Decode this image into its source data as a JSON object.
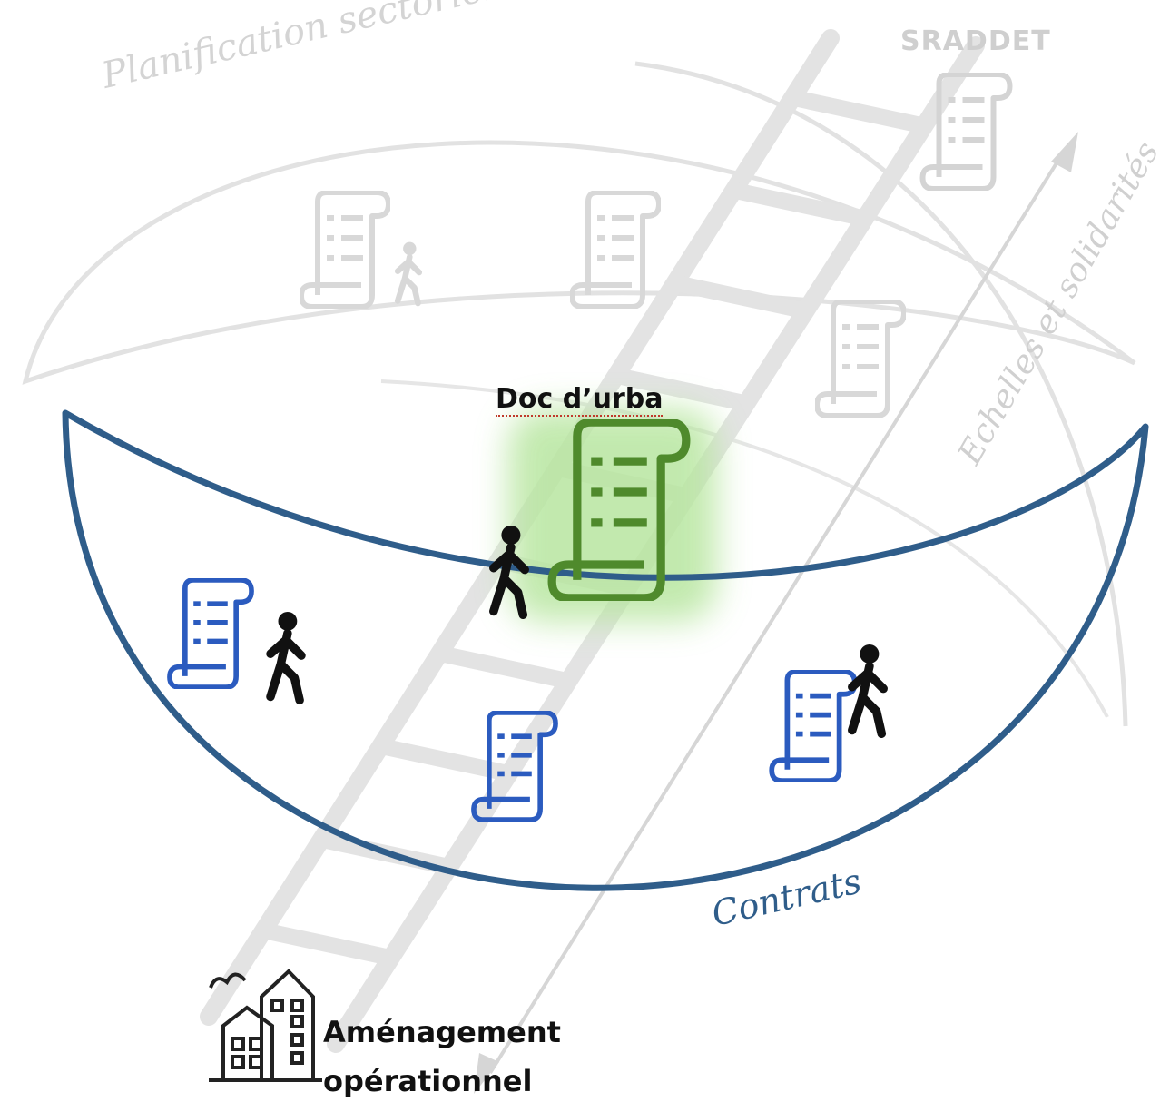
{
  "labels": {
    "planification": "Planification sectorielle",
    "sraddet": "SRADDET",
    "echelles": "Echelles et solidarités",
    "doc_urba": "Doc d’urba",
    "contrats": "Contrats",
    "amenagement_line1": "Aménagement",
    "amenagement_line2": "opérationnel"
  },
  "colors": {
    "faded": "#dcdcdc",
    "contrats_blue": "#2f5d8a",
    "doc_blue": "#2b5bbf",
    "doc_green": "#4f8a2c",
    "highlight_green": "#b8e6a0",
    "walker": "#111111"
  },
  "icons": {
    "document": "scroll-document-icon",
    "walker": "walking-person-icon",
    "buildings": "buildings-icon",
    "ladder": "ladder-icon"
  }
}
